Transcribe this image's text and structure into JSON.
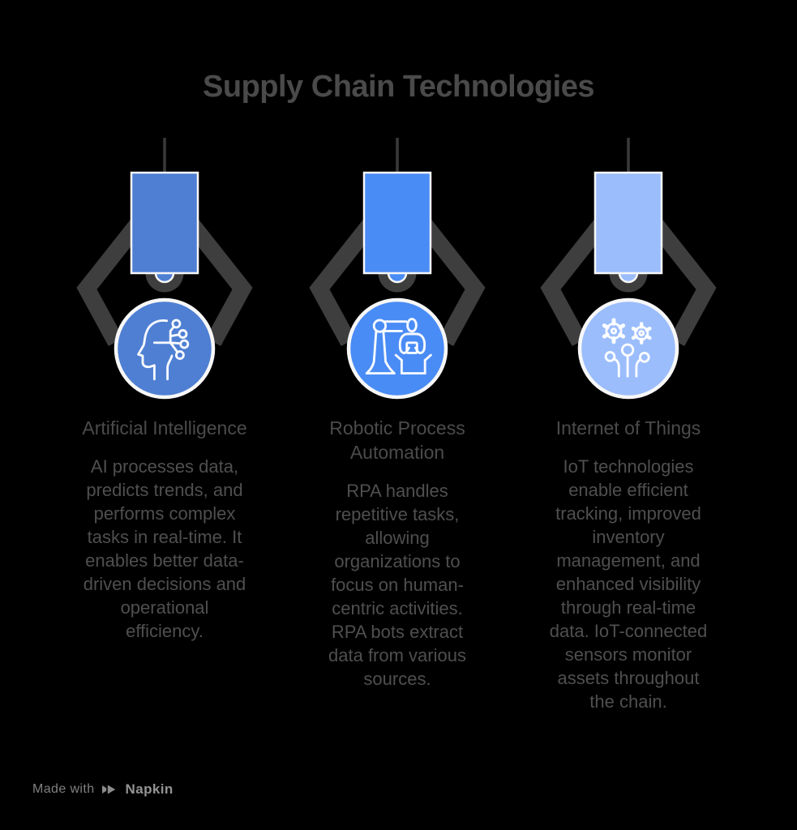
{
  "title": "Supply Chain Technologies",
  "colors": {
    "background": "#000000",
    "title_text": "#4a4a4a",
    "heading_text": "#4b4b4b",
    "body_text": "#4f4f4f",
    "claw_gray": "#3e3e3e",
    "outline_white": "#f7f7f7",
    "footer_text": "#808080",
    "footer_brand_text": "#949494"
  },
  "columns": [
    {
      "id": "artificial-intelligence",
      "color": "#4e7fd3",
      "icon": "ai-head-circuit-icon",
      "heading": "Artificial Intelligence",
      "heading_lines": [
        "Artificial Intelligence"
      ],
      "description": "AI processes data, predicts trends, and performs complex tasks in real-time. It enables better data-driven decisions and operational efficiency.",
      "description_lines": [
        "AI processes data,",
        "predicts trends, and",
        "performs complex",
        "tasks in real-time. It",
        "enables better data-",
        "driven decisions and",
        "operational",
        "efficiency."
      ]
    },
    {
      "id": "robotic-process-automation",
      "color": "#4a8cf5",
      "icon": "robotic-arm-worker-icon",
      "heading": "Robotic Process Automation",
      "heading_lines": [
        "Robotic Process",
        "Automation"
      ],
      "description": "RPA handles repetitive tasks, allowing organizations to focus on human-centric activities. RPA bots extract data from various sources.",
      "description_lines": [
        "RPA handles",
        "repetitive tasks,",
        "allowing",
        "organizations to",
        "focus on human-",
        "centric activities.",
        "RPA bots extract",
        "data from various",
        "sources."
      ]
    },
    {
      "id": "internet-of-things",
      "color": "#9bbdfc",
      "icon": "iot-gears-sensors-icon",
      "heading": "Internet of Things",
      "heading_lines": [
        "Internet of Things"
      ],
      "description": "IoT technologies enable efficient tracking, improved inventory management, and enhanced visibility through real-time data. IoT-connected sensors monitor assets throughout the chain.",
      "description_lines": [
        "IoT technologies",
        "enable efficient",
        "tracking, improved",
        "inventory",
        "management, and",
        "enhanced visibility",
        "through real-time",
        "data. IoT-connected",
        "sensors monitor",
        "assets throughout",
        "the chain."
      ]
    }
  ],
  "footer": {
    "made_with": "Made with",
    "brand": "Napkin",
    "icon": "napkin-logo-icon"
  }
}
